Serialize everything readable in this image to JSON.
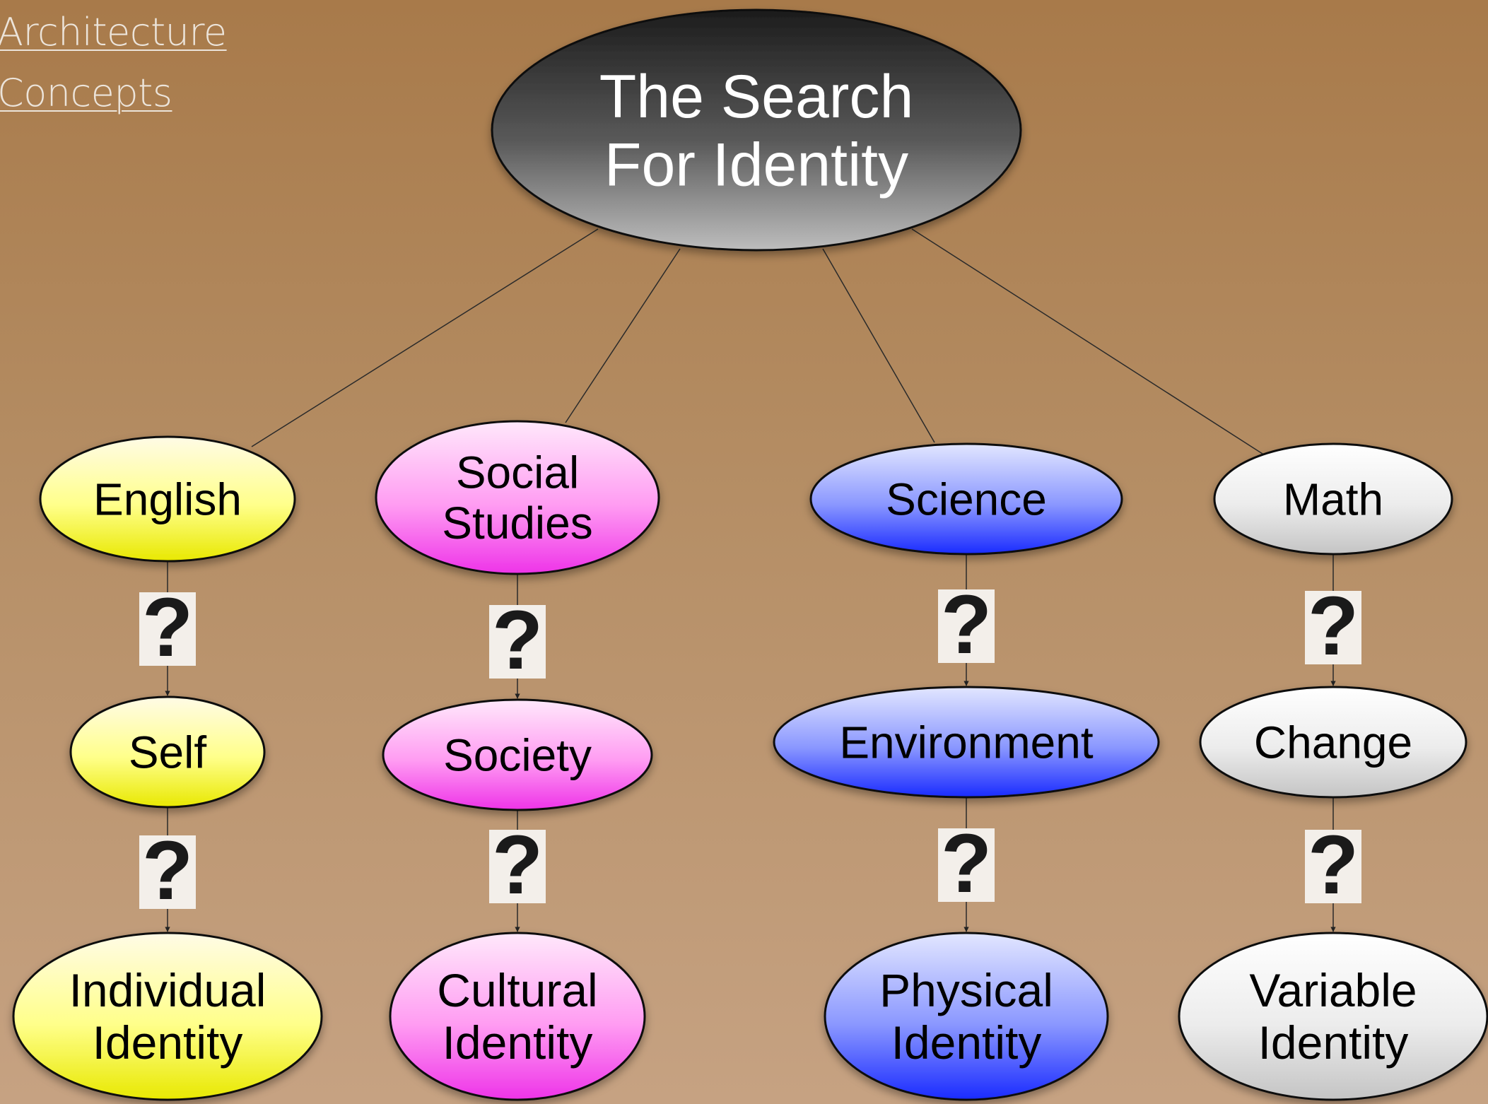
{
  "nav": {
    "links": [
      "Architecture",
      "Concepts"
    ]
  },
  "root": {
    "lines": [
      "The Search",
      "For Identity"
    ]
  },
  "columns": [
    {
      "color": "yellow",
      "subject": [
        "English"
      ],
      "middle": [
        "Self"
      ],
      "identity": [
        "Individual",
        "Identity"
      ]
    },
    {
      "color": "magenta",
      "subject": [
        "Social",
        "Studies"
      ],
      "middle": [
        "Society"
      ],
      "identity": [
        "Cultural",
        "Identity"
      ]
    },
    {
      "color": "blue",
      "subject": [
        "Science"
      ],
      "middle": [
        "Environment"
      ],
      "identity": [
        "Physical",
        "Identity"
      ]
    },
    {
      "color": "gray",
      "subject": [
        "Math"
      ],
      "middle": [
        "Change"
      ],
      "identity": [
        "Variable",
        "Identity"
      ]
    }
  ],
  "question_mark": "?",
  "colors": {
    "yellow": [
      "#fffbe6",
      "#ffff8a",
      "#e8e800"
    ],
    "magenta": [
      "#ffe8fb",
      "#ff9cf2",
      "#ee33e8"
    ],
    "blue": [
      "#e2e6ff",
      "#8a97ff",
      "#1a2bff"
    ],
    "gray": [
      "#ffffff",
      "#ececec",
      "#c4c4c4"
    ],
    "root": [
      "#1c1c1c",
      "#5a5a5a",
      "#bdbdbd"
    ]
  }
}
